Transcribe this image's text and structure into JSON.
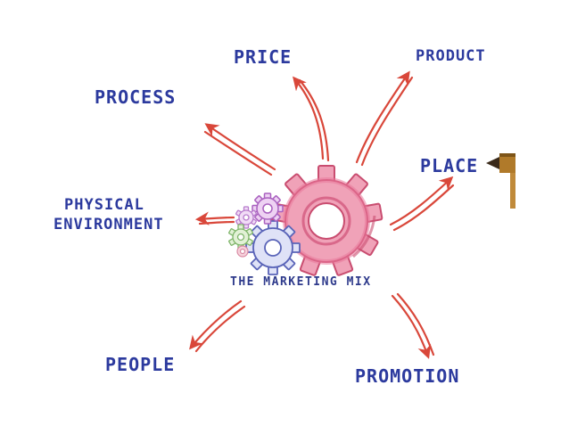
{
  "diagram": {
    "center_label": "THE MARKETING MIX",
    "nodes": {
      "price": "PRICE",
      "product": "PRODUCT",
      "process": "PROCESS",
      "place": "PLACE",
      "physical_line1": "PHYSICAL",
      "physical_line2": "ENVIRONMENT",
      "people": "PEOPLE",
      "promotion": "PROMOTION"
    },
    "colors": {
      "text": "#2c3a9e",
      "arrow": "#d9473a",
      "gear_large": "#e9789a",
      "gear_blue": "#8a93d6",
      "gear_purple": "#c78bd6",
      "gear_green": "#a7d08a",
      "pen": "#b07a2a"
    }
  }
}
